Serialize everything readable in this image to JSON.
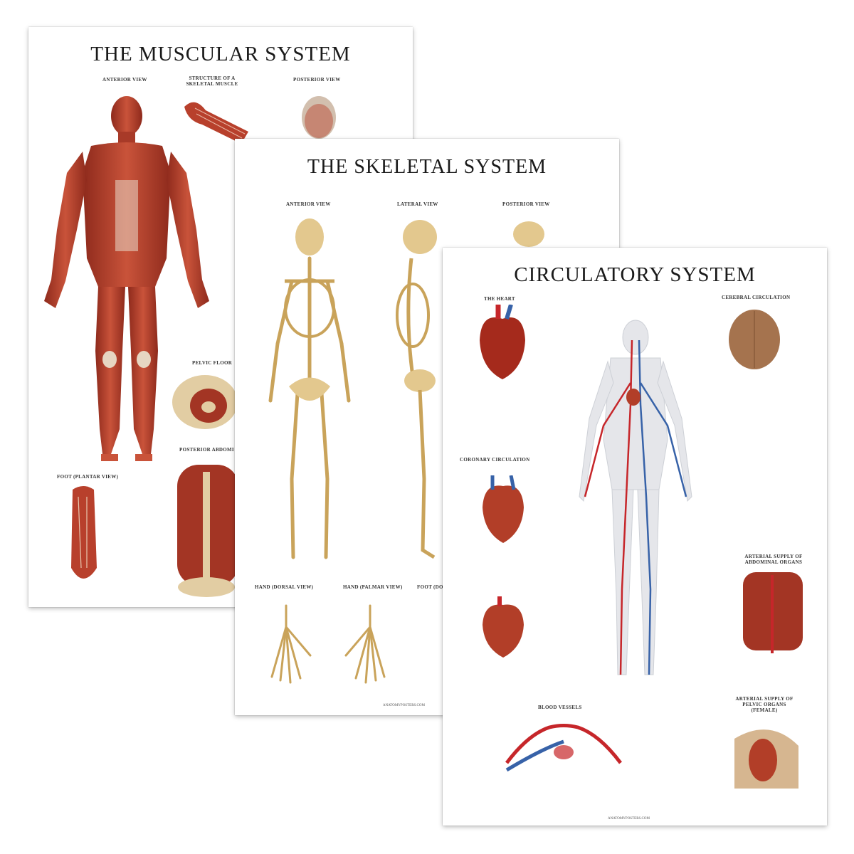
{
  "posters": {
    "muscular": {
      "title": "THE MUSCULAR SYSTEM",
      "views": {
        "anterior": "ANTERIOR VIEW",
        "structure": "STRUCTURE OF A SKELETAL MUSCLE",
        "posterior": "POSTERIOR VIEW",
        "pelvic": "PELVIC FLOOR",
        "foot": "FOOT (PLANTAR VIEW)",
        "abdominal": "POSTERIOR ABDOMI"
      }
    },
    "skeletal": {
      "title": "THE SKELETAL SYSTEM",
      "views": {
        "anterior": "ANTERIOR VIEW",
        "lateral": "LATERAL VIEW",
        "posterior": "POSTERIOR VIEW",
        "hand_dorsal": "HAND (DORSAL VIEW)",
        "hand_palmar": "HAND (PALMAR VIEW)",
        "foot": "FOOT (DO"
      },
      "credit": "ANATOMYPOSTERS.COM"
    },
    "circulatory": {
      "title": "CIRCULATORY SYSTEM",
      "views": {
        "heart": "THE HEART",
        "cerebral": "CEREBRAL CIRCULATION",
        "coronary": "CORONARY CIRCULATION",
        "arterial_abdominal": "ARTERIAL SUPPLY OF ABDOMINAL ORGANS",
        "blood_vessels": "BLOOD VESSELS",
        "arterial_pelvic": "ARTERIAL SUPPLY OF PELVIC ORGANS (FEMALE)"
      },
      "credit": "ANATOMYPOSTERS.COM"
    }
  },
  "colors": {
    "muscle": "#b8402c",
    "bone": "#d9b878",
    "artery": "#c6262a",
    "vein": "#3762a8",
    "paper": "#ffffff"
  }
}
